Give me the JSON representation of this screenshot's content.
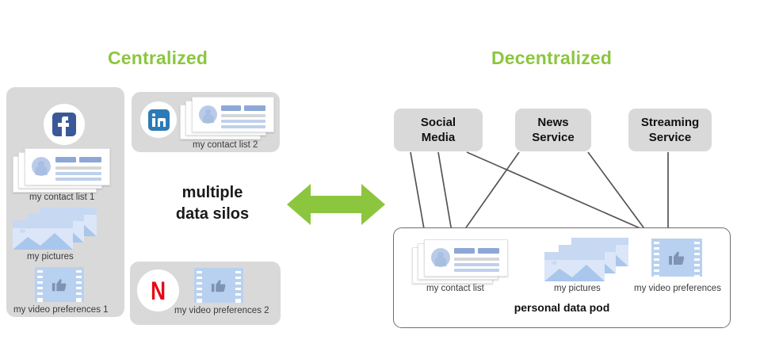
{
  "titles": {
    "left": "Centralized",
    "right": "Decentralized"
  },
  "colors": {
    "accent_green": "#8CC63E",
    "panel_grey": "#d9d9d9",
    "card_blue": "#8da8d6",
    "facebook_blue": "#3B5998",
    "linkedin_blue": "#2C7BB6",
    "netflix_red": "#E50914",
    "arrow_grey": "#555555"
  },
  "centralized": {
    "center_text_line1": "multiple",
    "center_text_line2": "data silos",
    "silos": [
      {
        "brand": "facebook",
        "brand_label": "f",
        "items": [
          {
            "label": "my contact list 1",
            "icon": "contact-card-icon"
          },
          {
            "label": "my pictures",
            "icon": "photo-stack-icon"
          },
          {
            "label": "my video preferences 1",
            "icon": "film-strip-icon"
          }
        ]
      },
      {
        "brand": "linkedin",
        "brand_label": "in",
        "items": [
          {
            "label": "my contact list 2",
            "icon": "contact-card-icon"
          }
        ]
      },
      {
        "brand": "netflix",
        "brand_label": "N",
        "items": [
          {
            "label": "my video preferences 2",
            "icon": "film-strip-icon"
          }
        ]
      }
    ]
  },
  "decentralized": {
    "services": [
      {
        "line1": "Social",
        "line2": "Media"
      },
      {
        "line1": "News",
        "line2": "Service"
      },
      {
        "line1": "Streaming",
        "line2": "Service"
      }
    ],
    "pod": {
      "label": "personal data pod",
      "items": [
        {
          "label": "my contact list",
          "icon": "contact-card-icon"
        },
        {
          "label": "my pictures",
          "icon": "photo-stack-icon"
        },
        {
          "label": "my video preferences",
          "icon": "film-strip-icon"
        }
      ]
    },
    "connections": [
      {
        "from": "Social Media",
        "to": "my contact list"
      },
      {
        "from": "Social Media",
        "to": "my pictures"
      },
      {
        "from": "Social Media",
        "to": "my video preferences"
      },
      {
        "from": "News Service",
        "to": "my contact list"
      },
      {
        "from": "News Service",
        "to": "my video preferences"
      },
      {
        "from": "Streaming Service",
        "to": "my video preferences"
      }
    ]
  },
  "center_arrow": {
    "icon": "double-headed-arrow-icon",
    "direction": "both"
  }
}
